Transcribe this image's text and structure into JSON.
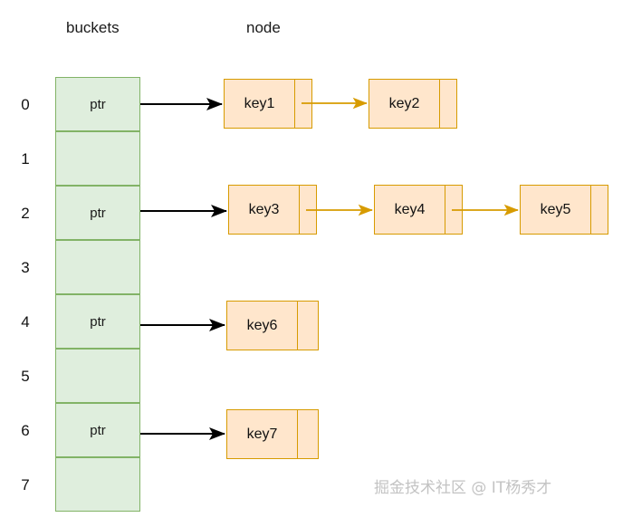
{
  "diagram": {
    "title": "hash-table-buckets-with-chaining",
    "background_color": "#ffffff",
    "headings": {
      "buckets": "buckets",
      "node": "node"
    },
    "colors": {
      "bucket_fill": "#dfeedd",
      "bucket_border": "#82b366",
      "node_fill": "#ffe6cc",
      "node_border": "#d79b00",
      "bucket_arrow": "#000000",
      "node_arrow": "#d79b00",
      "text": "#111111",
      "watermark": "#c3c3c3"
    },
    "bucket_pointer_label": "ptr",
    "index_labels": [
      "0",
      "1",
      "2",
      "3",
      "4",
      "5",
      "6",
      "7"
    ],
    "buckets": [
      {
        "index": "0",
        "label": "ptr",
        "occupied": true,
        "chain": [
          "key1",
          "key2"
        ]
      },
      {
        "index": "1",
        "label": "",
        "occupied": false,
        "chain": []
      },
      {
        "index": "2",
        "label": "ptr",
        "occupied": true,
        "chain": [
          "key3",
          "key4",
          "key5"
        ]
      },
      {
        "index": "3",
        "label": "",
        "occupied": false,
        "chain": []
      },
      {
        "index": "4",
        "label": "ptr",
        "occupied": true,
        "chain": [
          "key6"
        ]
      },
      {
        "index": "5",
        "label": "",
        "occupied": false,
        "chain": []
      },
      {
        "index": "6",
        "label": "ptr",
        "occupied": true,
        "chain": [
          "key7"
        ]
      },
      {
        "index": "7",
        "label": "",
        "occupied": false,
        "chain": []
      }
    ],
    "nodes": {
      "key1": "key1",
      "key2": "key2",
      "key3": "key3",
      "key4": "key4",
      "key5": "key5",
      "key6": "key6",
      "key7": "key7"
    },
    "watermark": "掘金技术社区 @ IT杨秀才"
  }
}
